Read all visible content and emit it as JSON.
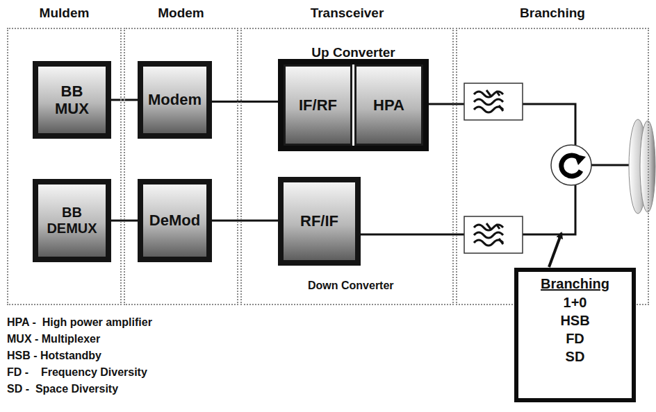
{
  "diagram": {
    "nodes": [
      {
        "text": [
          "Muldem"
        ]
      },
      {
        "text": [
          "BB MUX"
        ],
        "in": 0
      },
      {
        "text": [
          "BB DEMUX"
        ],
        "in": 0
      },
      {
        "text": [
          "Modem"
        ]
      },
      {
        "text": [
          "Modem"
        ],
        "in": 3
      },
      {
        "text": [
          "DeMod"
        ],
        "in": 3
      },
      {
        "text": [
          "Transceiver"
        ]
      },
      {
        "text": [
          "Up Converter"
        ],
        "in": 6
      },
      {
        "text": [
          "IF/RF"
        ],
        "in": 7
      },
      {
        "text": [
          "HPA"
        ],
        "in": 7
      },
      {
        "text": [
          "RF/IF"
        ],
        "in": 6
      },
      {
        "text": [
          "Branching"
        ]
      },
      {
        "text": [
          "Branching",
          "1+0 HSB FD SD"
        ]
      }
    ],
    "edges": [
      {
        "from": 1,
        "to": 4,
        "arrow": "none"
      },
      {
        "from": 2,
        "to": 5,
        "arrow": "none"
      },
      {
        "from": 4,
        "to": 8,
        "arrow": "none"
      },
      {
        "from": 5,
        "to": 10,
        "arrow": "none"
      },
      {
        "from": 12,
        "to": 11,
        "arrow": "to"
      }
    ],
    "labels": [
      "Down Converter",
      "HPA -  High power amplifier",
      "MUX - Multiplexer",
      "HSB - Hotstandby",
      "FD -    Frequency Diversity",
      "SD -  Space Diversity"
    ]
  }
}
